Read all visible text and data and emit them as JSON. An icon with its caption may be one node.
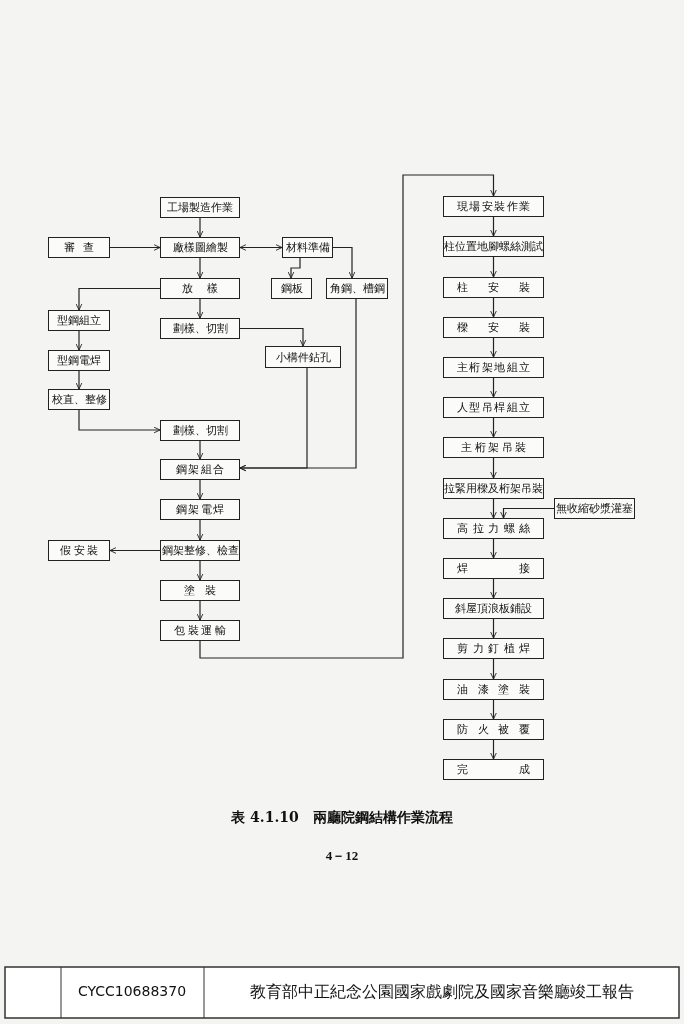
{
  "diagram": {
    "caption": "表 4.1.10　兩廳院鋼結構作業流程",
    "nodes": [
      {
        "text": [
          "工場製造作業"
        ]
      },
      {
        "text": [
          "審查"
        ]
      },
      {
        "text": [
          "廠樣圖繪製"
        ]
      },
      {
        "text": [
          "材料準備"
        ]
      },
      {
        "text": [
          "鋼板"
        ]
      },
      {
        "text": [
          "角鋼、槽鋼"
        ]
      },
      {
        "text": [
          "放樣"
        ]
      },
      {
        "text": [
          "型鋼組立"
        ]
      },
      {
        "text": [
          "劃樣、切割"
        ]
      },
      {
        "text": [
          "小構件鉆孔"
        ]
      },
      {
        "text": [
          "型鋼電焊"
        ]
      },
      {
        "text": [
          "校直、整修"
        ]
      },
      {
        "text": [
          "劃樣、切割"
        ]
      },
      {
        "text": [
          "鋼架組合"
        ]
      },
      {
        "text": [
          "鋼架電焊"
        ]
      },
      {
        "text": [
          "鋼架整修、檢查"
        ]
      },
      {
        "text": [
          "假安裝"
        ]
      },
      {
        "text": [
          "塗裝"
        ]
      },
      {
        "text": [
          "包裝運輸"
        ]
      },
      {
        "text": [
          "現場安裝作業"
        ]
      },
      {
        "text": [
          "柱位置地腳螺絲測試"
        ]
      },
      {
        "text": [
          "柱安裝"
        ]
      },
      {
        "text": [
          "樑安裝"
        ]
      },
      {
        "text": [
          "主桁架地組立"
        ]
      },
      {
        "text": [
          "人型吊桿組立"
        ]
      },
      {
        "text": [
          "主桁架吊裝"
        ]
      },
      {
        "text": [
          "拉緊用樑及桁架吊裝"
        ]
      },
      {
        "text": [
          "無收縮砂漿灌塞"
        ]
      },
      {
        "text": [
          "高拉力螺絲"
        ]
      },
      {
        "text": [
          "焊接"
        ]
      },
      {
        "text": [
          "斜屋頂浪板鋪設"
        ]
      },
      {
        "text": [
          "剪力釘植焊"
        ]
      },
      {
        "text": [
          "油漆塗裝"
        ]
      },
      {
        "text": [
          "防火被覆"
        ]
      },
      {
        "text": [
          "完成"
        ]
      }
    ],
    "edges": [
      {
        "from": 0,
        "to": 2,
        "arrow": "to"
      },
      {
        "from": 1,
        "to": 2,
        "arrow": "to"
      },
      {
        "from": 2,
        "to": 3,
        "arrow": "both"
      },
      {
        "from": 3,
        "to": 4,
        "arrow": "to"
      },
      {
        "from": 3,
        "to": 5,
        "arrow": "to"
      },
      {
        "from": 2,
        "to": 6,
        "arrow": "to"
      },
      {
        "from": 6,
        "to": 7,
        "arrow": "to"
      },
      {
        "from": 6,
        "to": 8,
        "arrow": "to"
      },
      {
        "from": 8,
        "to": 9,
        "arrow": "to"
      },
      {
        "from": 7,
        "to": 10,
        "arrow": "to"
      },
      {
        "from": 10,
        "to": 11,
        "arrow": "to"
      },
      {
        "from": 11,
        "to": 12,
        "arrow": "to"
      },
      {
        "from": 12,
        "to": 13,
        "arrow": "to"
      },
      {
        "from": 9,
        "to": 13,
        "arrow": "to"
      },
      {
        "from": 5,
        "to": 13,
        "arrow": "to"
      },
      {
        "from": 13,
        "to": 14,
        "arrow": "to"
      },
      {
        "from": 14,
        "to": 15,
        "arrow": "to"
      },
      {
        "from": 15,
        "to": 16,
        "arrow": "to"
      },
      {
        "from": 15,
        "to": 17,
        "arrow": "to"
      },
      {
        "from": 17,
        "to": 18,
        "arrow": "to"
      },
      {
        "from": 18,
        "to": 19,
        "arrow": "to"
      },
      {
        "from": 19,
        "to": 20,
        "arrow": "to"
      },
      {
        "from": 20,
        "to": 21,
        "arrow": "to"
      },
      {
        "from": 21,
        "to": 22,
        "arrow": "to"
      },
      {
        "from": 22,
        "to": 23,
        "arrow": "to"
      },
      {
        "from": 23,
        "to": 24,
        "arrow": "to"
      },
      {
        "from": 24,
        "to": 25,
        "arrow": "to"
      },
      {
        "from": 25,
        "to": 26,
        "arrow": "to"
      },
      {
        "from": 26,
        "to": 28,
        "arrow": "to"
      },
      {
        "from": 27,
        "to": 28,
        "arrow": "to"
      },
      {
        "from": 28,
        "to": 29,
        "arrow": "to"
      },
      {
        "from": 29,
        "to": 30,
        "arrow": "to"
      },
      {
        "from": 30,
        "to": 31,
        "arrow": "to"
      },
      {
        "from": 31,
        "to": 32,
        "arrow": "to"
      },
      {
        "from": 32,
        "to": 33,
        "arrow": "to"
      },
      {
        "from": 33,
        "to": 34,
        "arrow": "to"
      }
    ],
    "labels": [
      "4－12",
      "CYCC10688370",
      "教育部中正紀念公園國家戲劇院及國家音樂廳竣工報告"
    ]
  }
}
